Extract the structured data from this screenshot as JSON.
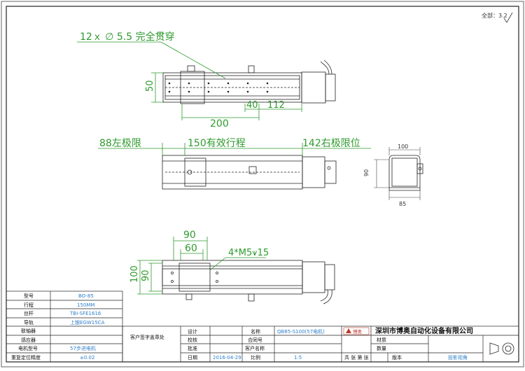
{
  "header": {
    "scale_label": "全部：",
    "scale_value": "3.2"
  },
  "top_view": {
    "hole_note": "12ｘ ∅ 5.5 完全贯穿",
    "dim_height": "50",
    "dim_200": "200",
    "dim_40": "40",
    "dim_112": "112"
  },
  "side_view": {
    "left_limit": "88左极限",
    "stroke": "150有效行程",
    "right_limit": "142右极限位"
  },
  "end_view": {
    "dim_100": "100",
    "dim_90": "90",
    "dim_85": "85"
  },
  "bottom_view": {
    "dim_90_top": "90",
    "dim_60": "60",
    "thread_note": "4*M5⩛15",
    "dim_100": "100",
    "dim_90_side": "90"
  },
  "specs": {
    "rows": [
      {
        "label": "型号",
        "value": "BO-85"
      },
      {
        "label": "行程",
        "value": "150MM"
      },
      {
        "label": "丝杆",
        "value": "TBI-SFE1616"
      },
      {
        "label": "导轨",
        "value": "上银EGW15CA"
      },
      {
        "label": "联轴器",
        "value": ""
      },
      {
        "label": "感应器",
        "value": ""
      },
      {
        "label": "电机型号",
        "value": "57步进电机"
      },
      {
        "label": "重复定位精度",
        "value": "±0.02"
      }
    ]
  },
  "title_block": {
    "customer_sign": "客户签字盖章处",
    "design": "设计",
    "check": "校核",
    "approve": "批准",
    "date_label": "日期",
    "date_value": "2016-04-29",
    "name_label": "名称",
    "name_value": "QB85-S100(57电机)",
    "contract_label": "合同号",
    "customer_no_label": "客户名称",
    "ratio_label": "比例",
    "ratio_value": "1:5",
    "company": "深圳市博奥自动化设备有限公司",
    "logo_text": "博奥",
    "material": "材质",
    "quantity": "数量",
    "sheets": "共  张  第  张",
    "version": "版本",
    "projection": "投影视角"
  }
}
